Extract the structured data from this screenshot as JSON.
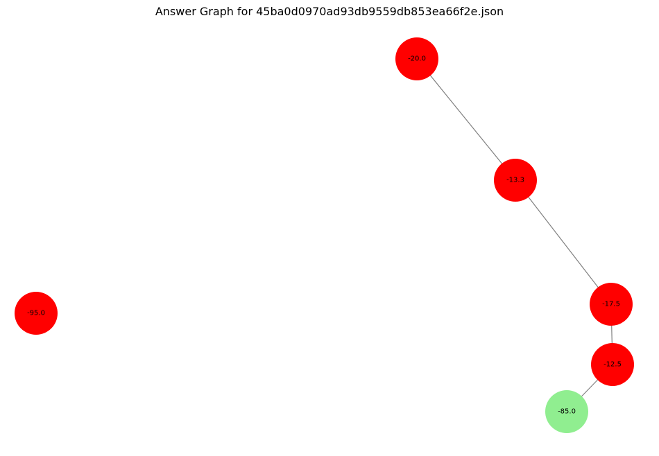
{
  "title": "Answer Graph for 45ba0d0970ad93db9559db853ea66f2e.json",
  "colors": {
    "node_default": "#ff0000",
    "node_highlight": "#90ee90",
    "edge": "#808080"
  },
  "graph": {
    "nodes": [
      {
        "id": "n1",
        "label": "-20.0",
        "highlight": false
      },
      {
        "id": "n2",
        "label": "-13.3",
        "highlight": false
      },
      {
        "id": "n3",
        "label": "-17.5",
        "highlight": false
      },
      {
        "id": "n4",
        "label": "-12.5",
        "highlight": false
      },
      {
        "id": "n5",
        "label": "-85.0",
        "highlight": true
      },
      {
        "id": "n6",
        "label": "-95.0",
        "highlight": false
      }
    ],
    "edges": [
      {
        "source": "n1",
        "target": "n2"
      },
      {
        "source": "n2",
        "target": "n3"
      },
      {
        "source": "n3",
        "target": "n4"
      },
      {
        "source": "n4",
        "target": "n5"
      }
    ]
  }
}
